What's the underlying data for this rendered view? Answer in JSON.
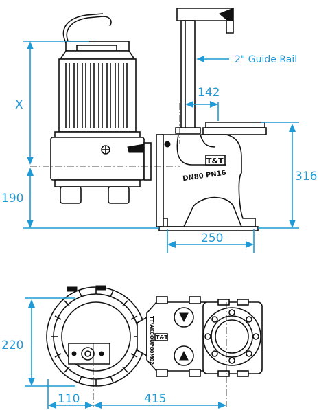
{
  "side_view": {
    "dim_x": "X",
    "dim_190": "190",
    "dim_142": "142",
    "dim_316": "316",
    "dim_250": "250",
    "guide_rail_label": "2\" Guide Rail",
    "flange_marking": "DN80 PN16",
    "logo_text": "T&T"
  },
  "top_view": {
    "dim_220": "220",
    "dim_110": "110",
    "dim_415": "415",
    "coupling_marking": "TT/AKCOUP80M02",
    "logo_text": "T&T"
  },
  "colors": {
    "dimension": "#1f9ad6",
    "line": "#111111"
  }
}
